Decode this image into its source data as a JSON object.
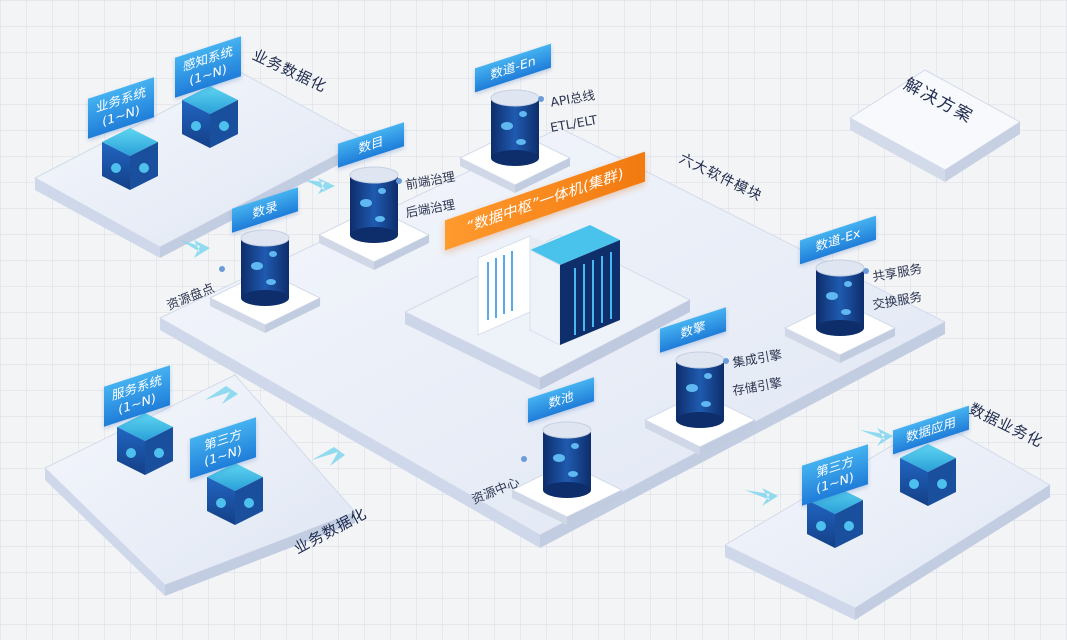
{
  "diagram": {
    "hub_title": "“数据中枢”一体机(集群)",
    "modules_title": "六大软件模块",
    "solution_label": "解决方案",
    "regions": {
      "top_left": "业务数据化",
      "bottom_left": "业务数据化",
      "right": "数据业务化"
    },
    "systems": {
      "business": {
        "line1": "业务系统",
        "line2": "(1~N)"
      },
      "sensing": {
        "line1": "感知系统",
        "line2": "(1~N)"
      },
      "service": {
        "line1": "服务系统",
        "line2": "(1~N)"
      },
      "third_party_left": {
        "line1": "第三方",
        "line2": "(1~N)"
      },
      "third_party_right": {
        "line1": "第三方",
        "line2": "(1~N)"
      },
      "data_app": {
        "line1": "数据应用"
      }
    },
    "modules": {
      "shuxiang": {
        "name": "数录",
        "sub": [
          "资源盘点"
        ]
      },
      "shumu": {
        "name": "数目",
        "sub": [
          "前端治理",
          "后端治理"
        ]
      },
      "shudao_en": {
        "name": "数道-En",
        "sub": [
          "API总线",
          "ETL/ELT"
        ]
      },
      "shudao_ex": {
        "name": "数道-Ex",
        "sub": [
          "共享服务",
          "交换服务"
        ]
      },
      "shuqing": {
        "name": "数擎",
        "sub": [
          "集成引擎",
          "存储引擎"
        ]
      },
      "shuchi": {
        "name": "数池",
        "sub": [
          "资源中心"
        ]
      }
    },
    "colors": {
      "accent_blue": "#1f7dd9",
      "banner_orange": "#f27a10",
      "platform": "#e6ebf5",
      "cube_dark": "#1a4f9e",
      "cube_light": "#3ec1e6"
    }
  }
}
